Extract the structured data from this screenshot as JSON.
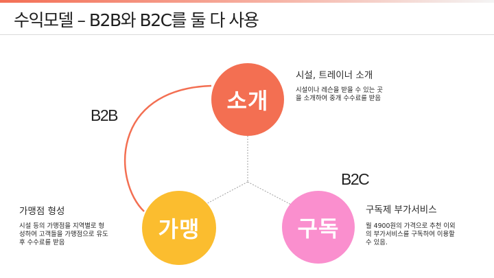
{
  "title": "수익모델 – B2B와 B2C를 둘 다 사용",
  "colors": {
    "intro": "#f36f52",
    "franchise": "#fbbd2f",
    "subscribe": "#fa8fce",
    "arc": "#f36f52",
    "connector": "#9e9e9e"
  },
  "nodes": {
    "intro": {
      "label": "소개",
      "heading": "시설, 트레이너 소개",
      "description": "시설이나 레슨을 받을 수 있는 곳\n을 소개하여 중개 수수료를 받음"
    },
    "franchise": {
      "label": "가맹",
      "heading": "가맹점 형성",
      "description": "시설 등의 가맹점을 지역별로 형\n성하여 고객들을 가맹점으로 유도\n후 수수료를 받음"
    },
    "subscribe": {
      "label": "구독",
      "heading": "구독제 부가서비스",
      "description": "월 4900원의 가격으로 추천 이외\n의 부가서비스를 구독하여 이용할\n수 있음."
    }
  },
  "labels": {
    "b2b": "B2B",
    "b2c": "B2C"
  }
}
